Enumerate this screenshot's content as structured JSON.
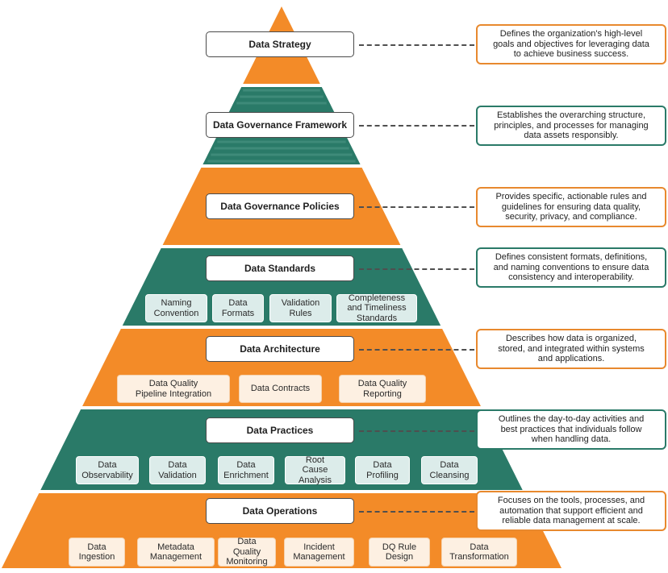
{
  "colors": {
    "orange": "#F38B28",
    "teal": "#2A7A68",
    "tealStripe": "#3E8A79"
  },
  "levels": [
    {
      "title": "Data Strategy",
      "description": "Defines the organization's high-level\ngoals and objectives for leveraging data\nto achieve business success.",
      "color": "orange",
      "items": []
    },
    {
      "title": "Data Governance Framework",
      "description": "Establishes the overarching structure,\nprinciples, and processes for managing\ndata assets responsibly.",
      "color": "teal",
      "items": []
    },
    {
      "title": "Data Governance Policies",
      "description": "Provides specific, actionable rules and\nguidelines for ensuring data quality,\nsecurity, privacy, and compliance.",
      "color": "orange",
      "items": []
    },
    {
      "title": "Data Standards",
      "description": "Defines consistent formats, definitions,\nand naming conventions to ensure data\nconsistency and interoperability.",
      "color": "teal",
      "items": [
        "Naming\nConvention",
        "Data\nFormats",
        "Validation\nRules",
        "Completeness\nand Timeliness\nStandards"
      ]
    },
    {
      "title": "Data Architecture",
      "description": "Describes how data is organized,\nstored, and integrated within systems\nand applications.",
      "color": "orange",
      "items": [
        "Data Quality\nPipeline Integration",
        "Data Contracts",
        "Data Quality\nReporting"
      ]
    },
    {
      "title": "Data Practices",
      "description": "Outlines the day-to-day activities and\nbest practices that individuals follow\nwhen handling data.",
      "color": "teal",
      "items": [
        "Data\nObservability",
        "Data\nValidation",
        "Data\nEnrichment",
        "Root\nCause\nAnalysis",
        "Data\nProfiling",
        "Data\nCleansing"
      ]
    },
    {
      "title": "Data Operations",
      "description": "Focuses on the tools, processes, and\nautomation that support efficient and\nreliable data management at scale.",
      "color": "orange",
      "items": [
        "Data\nIngestion",
        "Metadata\nManagement",
        "Data\nQuality\nMonitoring",
        "Incident\nManagement",
        "DQ Rule\nDesign",
        "Data\nTransformation"
      ]
    }
  ]
}
